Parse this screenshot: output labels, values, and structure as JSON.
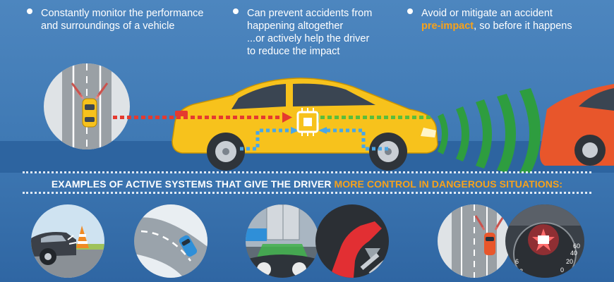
{
  "bullets": [
    {
      "line1": "Constantly monitor the performance",
      "line2": "and surroundings of a vehicle"
    },
    {
      "line1": "Can prevent accidents from",
      "line2": "happening altogether",
      "line3": "...or actively help the driver",
      "line4": "to reduce the impact"
    },
    {
      "line1": "Avoid or mitigate an accident",
      "highlight": "pre-impact",
      "line2_rest": ", so before it happens"
    }
  ],
  "examples": {
    "prefix": "EXAMPLES OF ACTIVE SYSTEMS THAT GIVE THE DRIVER ",
    "highlight": "MORE CONTROL IN DANGEROUS SITUATIONS:"
  },
  "speedometer": {
    "ticks": [
      "60",
      "40",
      "20",
      "0",
      "6",
      "8"
    ]
  },
  "colors": {
    "background": "#3f79b4",
    "car_yellow": "#f7c21c",
    "car_orange": "#e8562b",
    "radar_green": "#2e9d3f",
    "highlight_orange": "#f7a21b",
    "arrow_red": "#e53a2f",
    "arrow_green": "#5bbd3a",
    "arrow_blue": "#4aa7e6"
  },
  "icons": [
    "bullet-dot",
    "processor-chip-icon",
    "radar-waves-icon",
    "car-top-icon",
    "traffic-cone-icon",
    "brake-pedal-icon",
    "warning-light-icon"
  ]
}
